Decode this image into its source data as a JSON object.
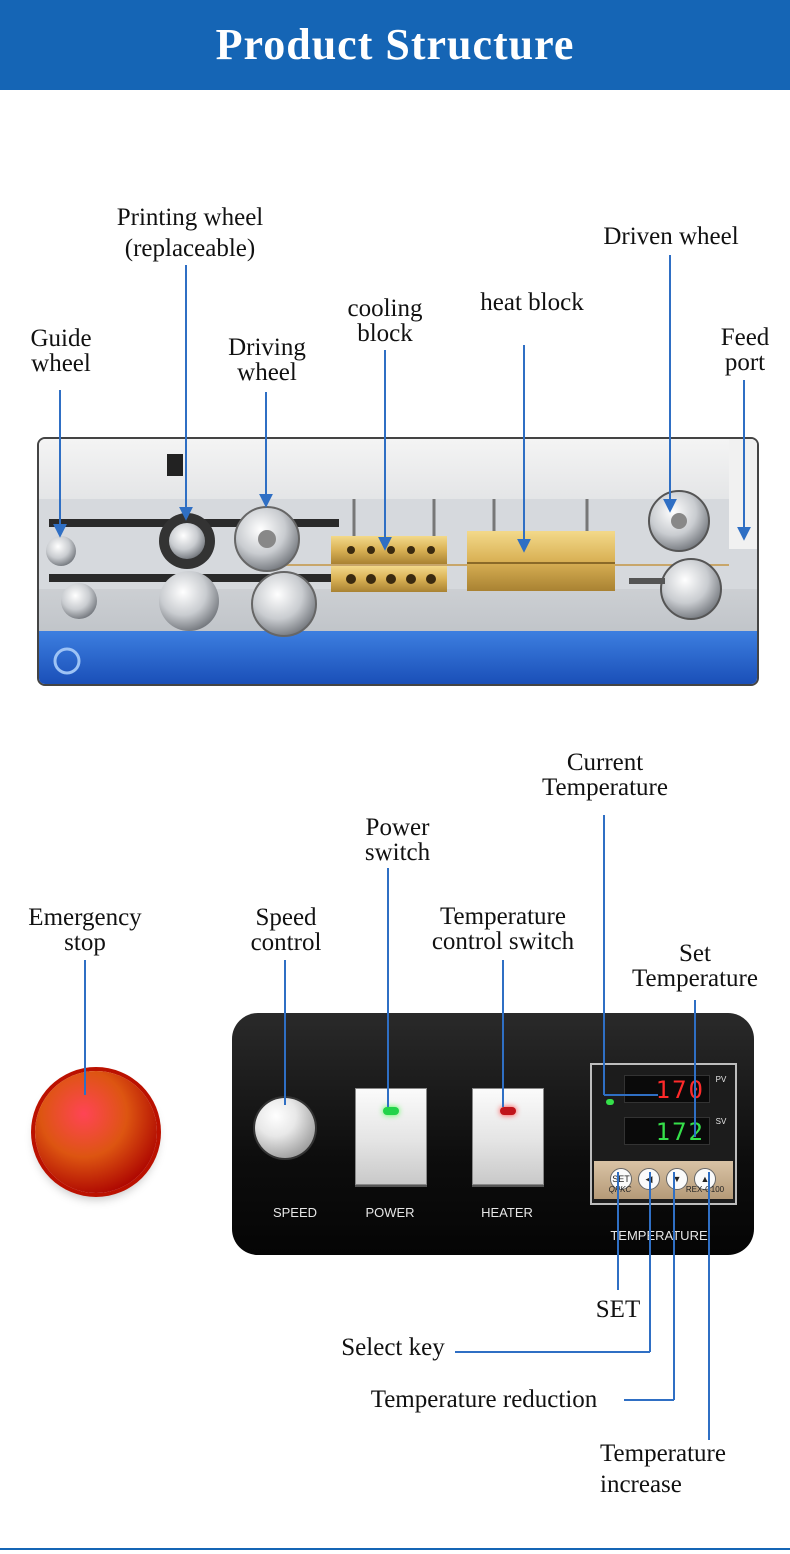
{
  "header": {
    "title": "Product Structure"
  },
  "top_labels": {
    "printing_wheel": [
      "Printing wheel",
      "(replaceable)"
    ],
    "driven_wheel": [
      "Driven wheel"
    ],
    "cooling_block": [
      "cooling",
      "block"
    ],
    "heat_block": [
      "heat block"
    ],
    "guide_wheel": [
      "Guide",
      "wheel"
    ],
    "driving_wheel": [
      "Driving",
      "wheel"
    ],
    "feed_port": [
      "Feed",
      "port"
    ]
  },
  "bottom_labels": {
    "current_temperature": [
      "Current",
      "Temperature"
    ],
    "power_switch": [
      "Power",
      "switch"
    ],
    "emergency_stop": [
      "Emergency",
      "stop"
    ],
    "speed_control": [
      "Speed",
      "control"
    ],
    "temperature_control_switch": [
      "Temperature",
      "control switch"
    ],
    "set_temperature": [
      "Set",
      "Temperature"
    ],
    "set": [
      "SET"
    ],
    "select_key": [
      "Select key"
    ],
    "temperature_reduction": [
      "Temperature reduction"
    ],
    "temperature_increase": [
      "Temperature",
      "increase"
    ]
  },
  "panel": {
    "speed": "SPEED",
    "power": "POWER",
    "heater": "HEATER",
    "temperature": "TEMPERATURE",
    "brand": "QPKC",
    "model": "REX-C100",
    "pv_display": "170",
    "sv_display": "172",
    "pv_tag": "PV",
    "sv_tag": "SV",
    "set_btn": "SET"
  },
  "colors": {
    "header_bg": "#1565b5",
    "power_led": "#22d34a",
    "heater_led": "#c0151b",
    "pv_digits": "#ff2a2a",
    "sv_digits": "#35e04a",
    "estop": "#d51111"
  }
}
